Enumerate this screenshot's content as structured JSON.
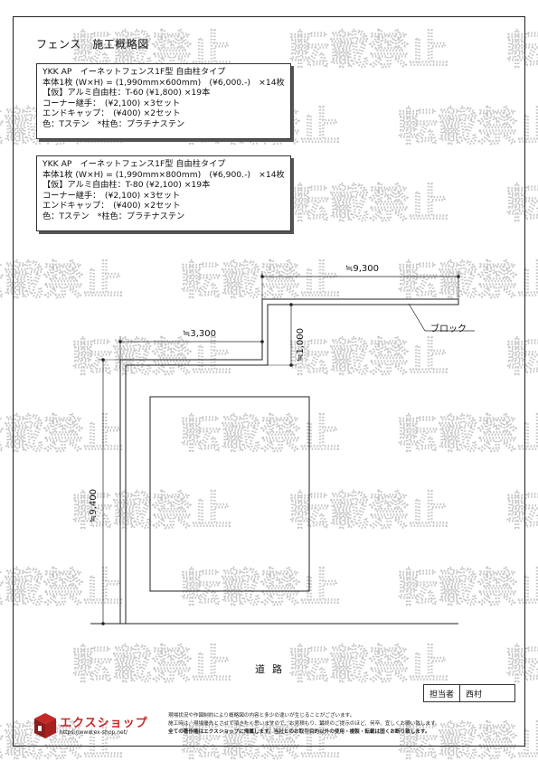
{
  "title": "フェンス　施工概略図",
  "spec_boxes": [
    {
      "lines": [
        "YKK AP　イーネットフェンス1F型 自由柱タイプ",
        "本体1枚 (W×H) = (1,990mm×600mm)　(¥6,000.-)　×14枚",
        "【仮】アルミ自由柱：T-60 (¥1,800) ×19本",
        "コーナー継手：　(¥2,100) ×3セット",
        "エンドキャップ：　(¥400) ×2セット",
        "色：Tステン　*柱色：プラチナステン"
      ]
    },
    {
      "lines": [
        "YKK AP　イーネットフェンス1F型 自由柱タイプ",
        "本体1枚 (W×H) = (1,990mm×800mm)　(¥6,900.-)　×14枚",
        "【仮】アルミ自由柱：T-80 (¥2,100) ×19本",
        "コーナー継手：　(¥2,100) ×3セット",
        "エンドキャップ：　(¥400) ×2セット",
        "色：Tステン　*柱色：プラチナステン"
      ]
    }
  ],
  "dimensions": {
    "top_width": "≒9,300",
    "mid_width": "≒3,300",
    "step_height": "≒1,000",
    "left_height": "≒9,400"
  },
  "labels": {
    "block": "ブロック",
    "road": "道路"
  },
  "staff": {
    "label": "担当者",
    "name": "西村"
  },
  "logo": {
    "name": "エクスショップ",
    "url": "https://www.ex-shop.net/"
  },
  "notice_lines": [
    "現場状況や作図制約により概略図の内容と多少の違いが生じることがございます。",
    "施工時は、現場優先とさせて頂きたく思いますので、お見積もり、最終のご提示のほど、何卒、宜しくお願い致します。",
    "全ての著作権はエクスショップに帰属します。当社とのお取引目的以外の使用・複製・転載は固くお断り致します。"
  ],
  "watermark_text": "転載禁止",
  "colors": {
    "logo_red": "#c62828",
    "watermark": "#9a9a9a"
  }
}
